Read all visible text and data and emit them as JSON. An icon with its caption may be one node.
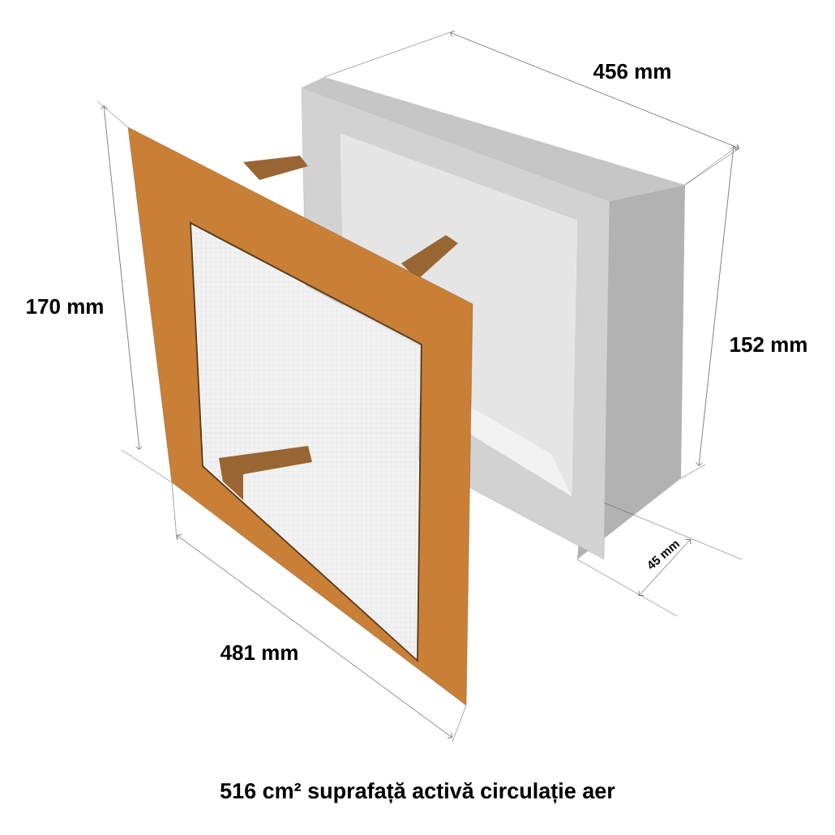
{
  "diagram": {
    "caption": "516 cm² suprafață activă circulație aer",
    "labels": [
      "456 mm",
      "170 mm",
      "152 mm",
      "45 mm",
      "481 mm"
    ]
  }
}
